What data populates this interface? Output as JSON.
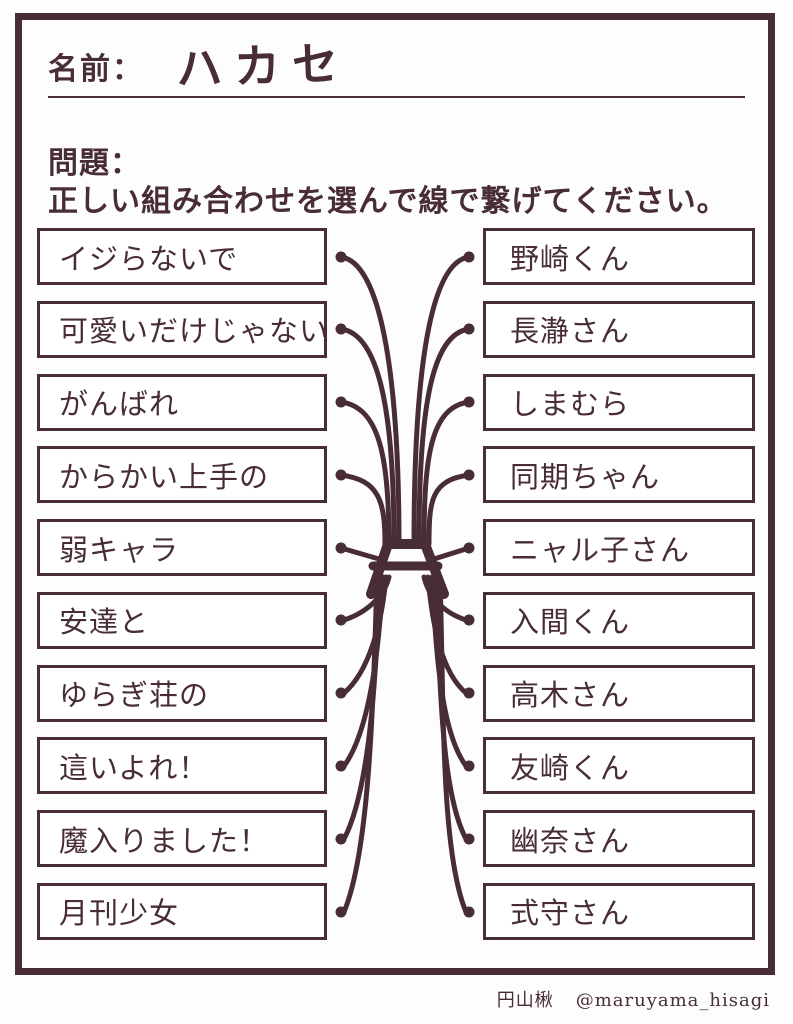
{
  "page": {
    "ink_color": "#482d34",
    "background": "#fefdfd"
  },
  "header": {
    "name_label": "名前：",
    "name_value": "ハカセ",
    "problem_label": "問題：",
    "instruction": "正しい組み合わせを選んで線で繋げてください。"
  },
  "matching": {
    "left_items": [
      "イジらないで",
      "可愛いだけじゃない",
      "がんばれ",
      "からかい上手の",
      "弱キャラ",
      "安達と",
      "ゆらぎ荘の",
      "這いよれ！",
      "魔入りました！",
      "月刊少女"
    ],
    "right_items": [
      "野崎くん",
      "長瀞さん",
      "しまむら",
      "同期ちゃん",
      "ニャル子さん",
      "入間くん",
      "高木さん",
      "友崎くん",
      "幽奈さん",
      "式守さん"
    ],
    "drawn_answer": "すべての線が中央のひとつの結び目に絡まっている"
  },
  "footer": {
    "artist": "円山楸",
    "handle": "@maruyama_hisagi"
  }
}
